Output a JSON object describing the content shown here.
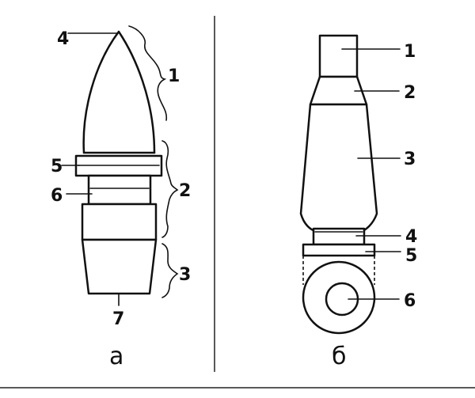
{
  "panel_a": {
    "caption": "а",
    "labels": {
      "l1": "1",
      "l2": "2",
      "l3": "3",
      "l4": "4",
      "l5": "5",
      "l6": "6",
      "l7": "7"
    }
  },
  "panel_b": {
    "caption": "б",
    "labels": {
      "l1": "1",
      "l2": "2",
      "l3": "3",
      "l4": "4",
      "l5": "5",
      "l6": "6"
    }
  }
}
